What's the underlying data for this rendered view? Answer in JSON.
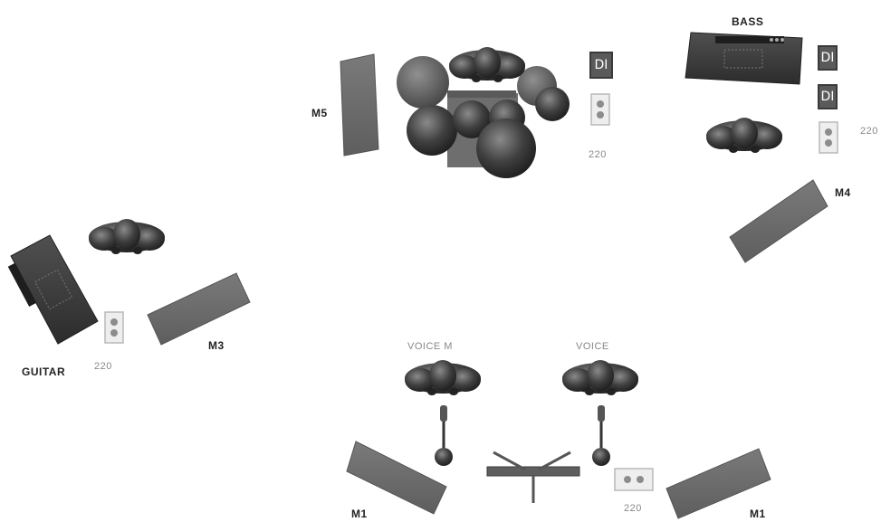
{
  "labels": {
    "bass": "BASS",
    "guitar": "GUITAR",
    "m5": "M5",
    "m4": "M4",
    "m3": "M3",
    "m1_left": "M1",
    "m1_right": "M1",
    "voice_left": "VOICE M",
    "voice_right": "VOICE",
    "power_drums": "220",
    "power_bass": "220",
    "power_guitar": "220",
    "power_front": "220",
    "di_drums": "DI",
    "di_bass_1": "DI",
    "di_bass_2": "DI"
  },
  "colors": {
    "monitor": "#6f6f6f",
    "amp": "#3e3e3e",
    "cable": "#2a2a2a"
  }
}
